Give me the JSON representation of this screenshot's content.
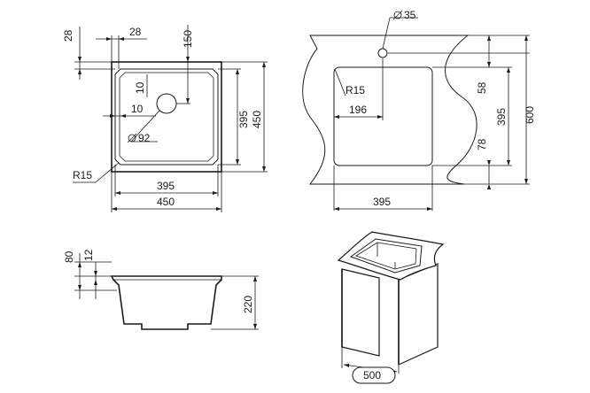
{
  "top_view": {
    "dim_flange_left": "28",
    "dim_flange_top": "28",
    "dim_drain_from_top": "150",
    "dim_drain_offset_v": "10",
    "dim_drain_offset_h": "10",
    "dim_drain_diameter": "92",
    "dim_corner_radius": "R15",
    "dim_inner_width": "395",
    "dim_outer_width": "450",
    "dim_inner_height": "395",
    "dim_outer_height": "450"
  },
  "cutout_view": {
    "dim_tap_hole": "35",
    "dim_corner_radius": "R15",
    "dim_tap_offset": "196",
    "dim_top_margin": "58",
    "dim_bottom_margin": "78",
    "dim_cutout_height": "395",
    "dim_cabinet_depth": "600",
    "dim_cutout_width": "395"
  },
  "side_view": {
    "dim_total_height": "80",
    "dim_flange_thickness": "12",
    "dim_bowl_depth": "220"
  },
  "cabinet_view": {
    "dim_cabinet_width": "500"
  }
}
